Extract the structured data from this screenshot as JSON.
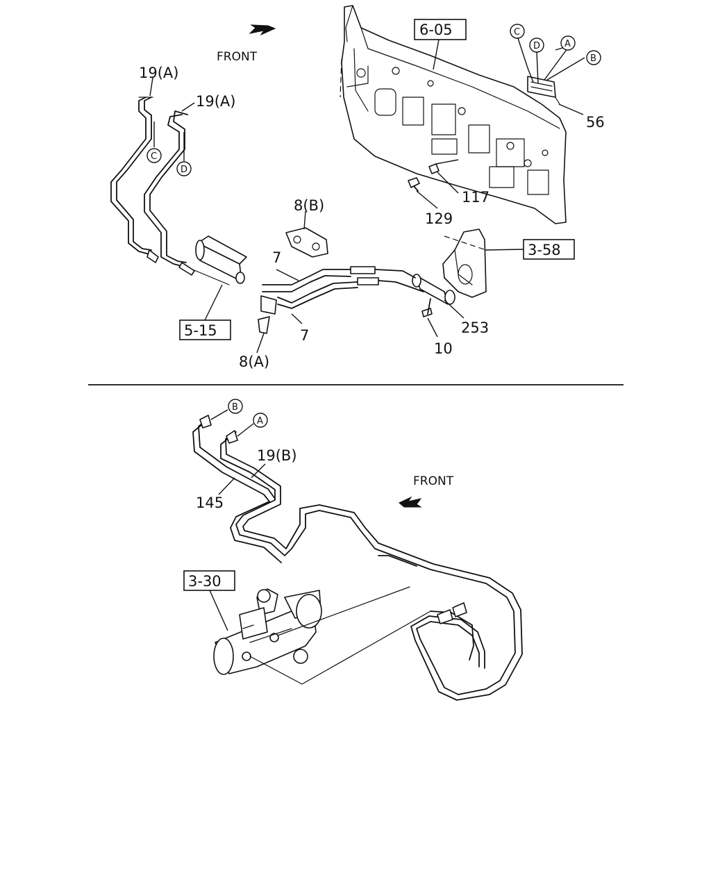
{
  "front_labels": {
    "top": "FRONT",
    "bottom": "FRONT"
  },
  "ref_boxes": {
    "panel": "6-05",
    "bracket": "3-58",
    "block": "5-15",
    "master": "3-30"
  },
  "callouts": {
    "pipe_19a_left": "19(A)",
    "pipe_19a_right": "19(A)",
    "clip_8b": "8(B)",
    "clip_8a": "8(A)",
    "hose_7_upper": "7",
    "hose_7_lower": "7",
    "item_117": "117",
    "item_129": "129",
    "item_56": "56",
    "item_253": "253",
    "item_10": "10",
    "pipe_19b": "19(B)",
    "pipe_145": "145"
  },
  "connectors": {
    "A": "A",
    "B": "B",
    "C": "C",
    "D": "D"
  }
}
